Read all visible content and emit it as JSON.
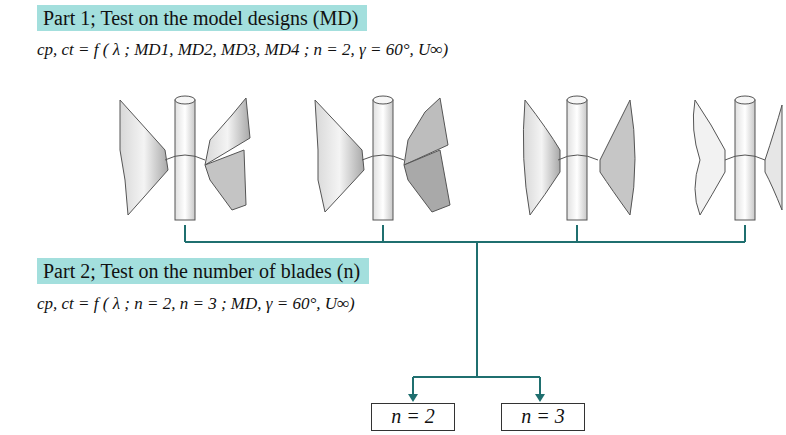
{
  "diagram": {
    "nodes": [
      {
        "text": [
          "Part 1; Test on the model designs (MD)"
        ]
      },
      {
        "text": [
          "Part 2; Test on the number of blades (n)"
        ]
      },
      {
        "text": [
          "n = 2"
        ]
      },
      {
        "text": [
          "n = 3"
        ]
      }
    ],
    "labels": [
      "cp, ct = f ( λ ; MD1, MD2, MD3, MD4 ; n = 2, γ = 60°, U∞)",
      "cp, ct = f ( λ ; n = 2, n = 3 ; MD, γ = 60°, U∞)"
    ]
  }
}
